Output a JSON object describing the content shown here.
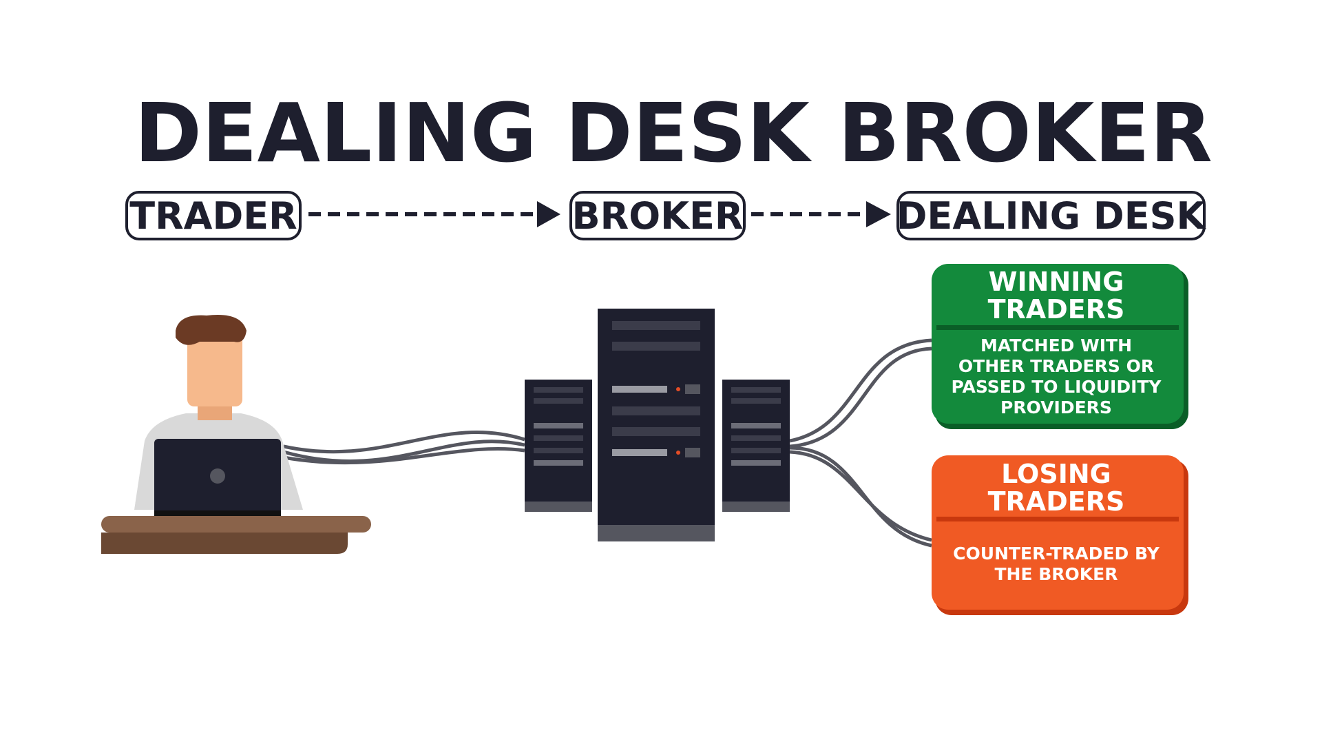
{
  "title": "DEALING DESK BROKER",
  "flow": {
    "steps": [
      "TRADER",
      "BROKER",
      "DEALING DESK"
    ]
  },
  "winning": {
    "heading": [
      "WINNING",
      "TRADERS"
    ],
    "body": [
      "MATCHED WITH",
      "OTHER TRADERS OR",
      "PASSED TO LIQUIDITY",
      "PROVIDERS"
    ]
  },
  "losing": {
    "heading": [
      "LOSING",
      "TRADERS"
    ],
    "body": [
      "COUNTER-TRADED BY",
      "THE BROKER"
    ]
  },
  "colors": {
    "ink": "#1e1f2e",
    "green": "#138a3c",
    "green_dark": "#0a5e27",
    "orange": "#f05a24",
    "orange_dark": "#c8380e",
    "desk": "#8a634a",
    "hair": "#6b3a24",
    "skin": "#f6b98c"
  }
}
